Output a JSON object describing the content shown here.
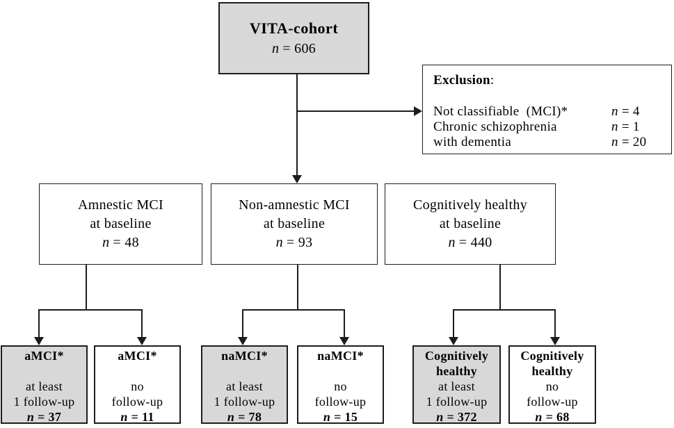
{
  "colors": {
    "shaded_box_fill": "#d8d8d8",
    "white_box_fill": "#ffffff",
    "border_and_lines": "#1c1c1c"
  },
  "top_box": {
    "title": "VITA-cohort",
    "n_symbol": "n",
    "n_value": "= 606"
  },
  "exclusion_box": {
    "title": "Exclusion",
    "title_colon": ":",
    "rows": [
      {
        "label": "Not classifiable  (MCI)*",
        "n_symbol": "n",
        "n_value": "= 4"
      },
      {
        "label": "Chronic schizophrenia",
        "n_symbol": "n",
        "n_value": "= 1"
      },
      {
        "label": "with dementia",
        "n_symbol": "n",
        "n_value": "= 20"
      }
    ]
  },
  "baseline_boxes": [
    {
      "line1": "Amnestic MCI",
      "line2": "at baseline",
      "n_symbol": "n",
      "n_value": "= 48"
    },
    {
      "line1": "Non-amnestic MCI",
      "line2": "at baseline",
      "n_symbol": "n",
      "n_value": "= 93"
    },
    {
      "line1": "Cognitively healthy",
      "line2": "at baseline",
      "n_symbol": "n",
      "n_value": "= 440"
    }
  ],
  "followup_boxes": [
    {
      "header1": "aMCI*",
      "header2": "",
      "body1": "at least",
      "body2": "1 follow-up",
      "n_symbol": "n",
      "n_value": "= 37"
    },
    {
      "header1": "aMCI*",
      "header2": "",
      "body1": "no",
      "body2": "follow-up",
      "n_symbol": "n",
      "n_value": "= 11"
    },
    {
      "header1": "naMCI*",
      "header2": "",
      "body1": "at least",
      "body2": "1 follow-up",
      "n_symbol": "n",
      "n_value": "= 78"
    },
    {
      "header1": "naMCI*",
      "header2": "",
      "body1": "no",
      "body2": "follow-up",
      "n_symbol": "n",
      "n_value": "= 15"
    },
    {
      "header1": "Cognitively",
      "header2": "healthy",
      "body1": "at least",
      "body2": "1 follow-up",
      "n_symbol": "n",
      "n_value": "= 372"
    },
    {
      "header1": "Cognitively",
      "header2": "healthy",
      "body1": "no",
      "body2": "follow-up",
      "n_symbol": "n",
      "n_value": "= 68"
    }
  ]
}
